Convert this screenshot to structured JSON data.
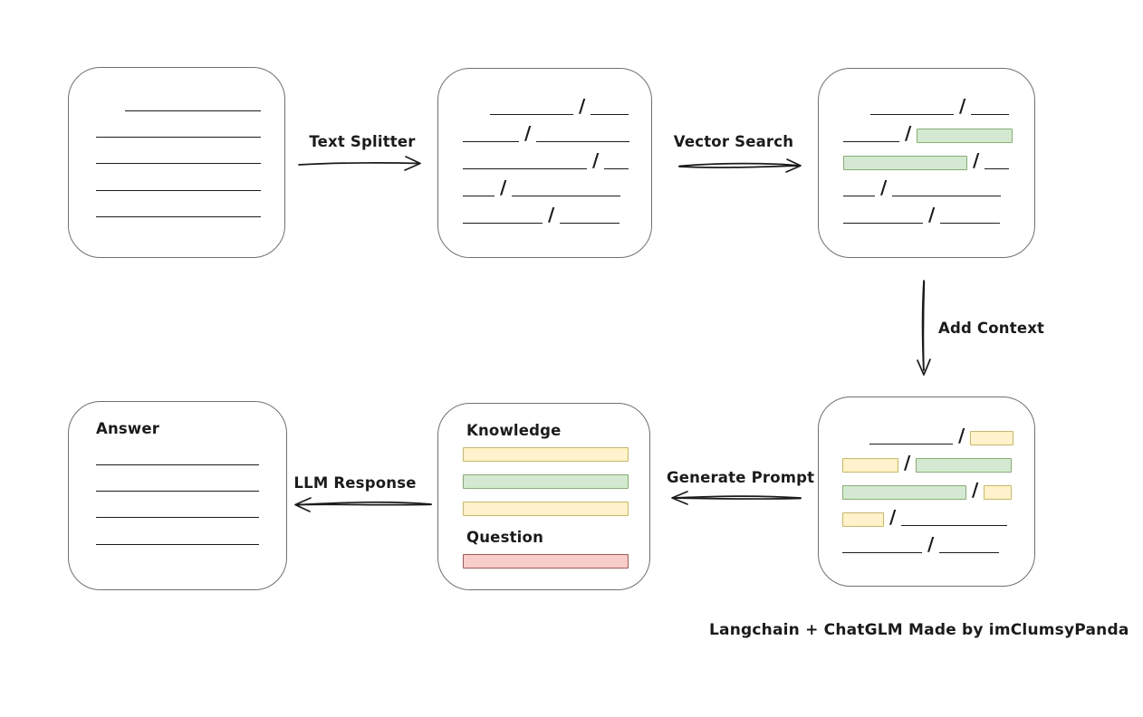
{
  "colors": {
    "ink": "#1b1b1b",
    "box_border": "#707070",
    "green_fill": "#d5e8d4",
    "green_border": "#82b366",
    "yellow_fill": "#fff2cc",
    "yellow_border": "#d6b656",
    "red_fill": "#f8cecc",
    "red_border": "#b85450"
  },
  "labels": {
    "text_splitter": "Text Splitter",
    "vector_search": "Vector Search",
    "add_context": "Add Context",
    "generate_prompt": "Generate Prompt",
    "llm_response": "LLM Response"
  },
  "caption": "Langchain + ChatGLM Made by imClumsyPanda",
  "boxes": {
    "document": {
      "lines": [
        {
          "w": 150,
          "indent": 32
        },
        {
          "w": 182
        },
        {
          "w": 182
        },
        {
          "w": 182
        },
        {
          "w": 182
        }
      ]
    },
    "chunks": {
      "rows": [
        {
          "indent": 30,
          "segs": [
            {
              "t": "line",
              "w": 92
            },
            {
              "t": "slash"
            },
            {
              "t": "line",
              "w": 42
            }
          ]
        },
        {
          "segs": [
            {
              "t": "line",
              "w": 62
            },
            {
              "t": "slash"
            },
            {
              "t": "line",
              "w": 103
            }
          ]
        },
        {
          "segs": [
            {
              "t": "line",
              "w": 137
            },
            {
              "t": "slash"
            },
            {
              "t": "line",
              "w": 27
            }
          ]
        },
        {
          "segs": [
            {
              "t": "line",
              "w": 35
            },
            {
              "t": "slash"
            },
            {
              "t": "line",
              "w": 120
            }
          ]
        },
        {
          "segs": [
            {
              "t": "line",
              "w": 88
            },
            {
              "t": "slash"
            },
            {
              "t": "line",
              "w": 66
            }
          ]
        }
      ]
    },
    "retrieved": {
      "rows": [
        {
          "indent": 30,
          "segs": [
            {
              "t": "line",
              "w": 92
            },
            {
              "t": "slash"
            },
            {
              "t": "line",
              "w": 42
            }
          ]
        },
        {
          "segs": [
            {
              "t": "line",
              "w": 62
            },
            {
              "t": "slash"
            },
            {
              "t": "green",
              "w": 106
            }
          ]
        },
        {
          "segs": [
            {
              "t": "green",
              "w": 137
            },
            {
              "t": "slash"
            },
            {
              "t": "line",
              "w": 27
            }
          ]
        },
        {
          "segs": [
            {
              "t": "line",
              "w": 35
            },
            {
              "t": "slash"
            },
            {
              "t": "line",
              "w": 120
            }
          ]
        },
        {
          "segs": [
            {
              "t": "line",
              "w": 88
            },
            {
              "t": "slash"
            },
            {
              "t": "line",
              "w": 66
            }
          ]
        }
      ]
    },
    "context": {
      "rows": [
        {
          "indent": 30,
          "segs": [
            {
              "t": "line",
              "w": 92
            },
            {
              "t": "slash"
            },
            {
              "t": "yellow",
              "w": 48
            }
          ]
        },
        {
          "segs": [
            {
              "t": "yellow",
              "w": 62
            },
            {
              "t": "slash"
            },
            {
              "t": "green",
              "w": 106
            }
          ]
        },
        {
          "segs": [
            {
              "t": "green",
              "w": 137
            },
            {
              "t": "slash"
            },
            {
              "t": "yellow",
              "w": 31
            }
          ]
        },
        {
          "segs": [
            {
              "t": "yellow",
              "w": 46
            },
            {
              "t": "slash"
            },
            {
              "t": "line",
              "w": 117
            }
          ]
        },
        {
          "segs": [
            {
              "t": "line",
              "w": 88
            },
            {
              "t": "slash"
            },
            {
              "t": "line",
              "w": 66
            }
          ]
        }
      ]
    },
    "prompt": {
      "knowledge_label": "Knowledge",
      "knowledge_bars": [
        {
          "t": "yellow",
          "w": 183
        },
        {
          "t": "green",
          "w": 183
        },
        {
          "t": "yellow",
          "w": 183
        }
      ],
      "question_label": "Question",
      "question_bars": [
        {
          "t": "red",
          "w": 183
        }
      ]
    },
    "answer": {
      "label": "Answer",
      "lines": [
        {
          "w": 180
        },
        {
          "w": 180
        },
        {
          "w": 180
        },
        {
          "w": 180
        }
      ]
    }
  }
}
